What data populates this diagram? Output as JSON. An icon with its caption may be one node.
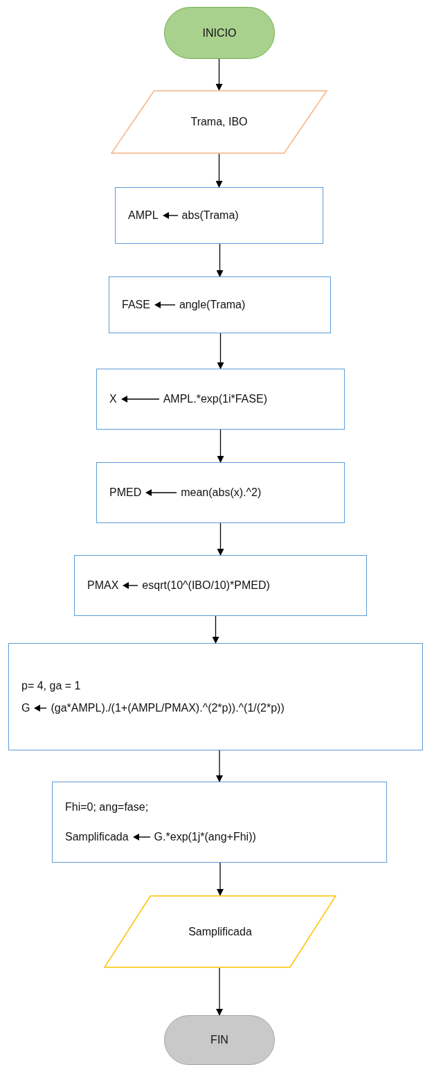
{
  "diagram": {
    "nodes": [
      {
        "text": [
          "INICIO"
        ]
      },
      {
        "text": [
          "Trama, IBO"
        ]
      },
      {
        "text": [
          "AMPL",
          "abs(Trama)"
        ]
      },
      {
        "text": [
          "FASE",
          "angle(Trama)"
        ]
      },
      {
        "text": [
          "X",
          "AMPL.*exp(1i*FASE)"
        ]
      },
      {
        "text": [
          "PMED",
          "mean(abs(x).^2)"
        ]
      },
      {
        "text": [
          "PMAX",
          "esqrt(10^(IBO/10)*PMED)"
        ]
      },
      {
        "text": [
          "p= 4, ga = 1",
          "G",
          "(ga*AMPL)./(1+(AMPL/PMAX).^(2*p)).^(1/(2*p))"
        ]
      },
      {
        "text": [
          "Fhi=0; ang=fase;",
          "Samplificada",
          "G.*exp(1j*(ang+Fhi))"
        ]
      },
      {
        "text": [
          "Samplificada"
        ]
      },
      {
        "text": [
          "FIN"
        ]
      }
    ],
    "edges": [
      {
        "from": 0,
        "to": 1,
        "arrow": "to"
      },
      {
        "from": 1,
        "to": 2,
        "arrow": "to"
      },
      {
        "from": 2,
        "to": 3,
        "arrow": "to"
      },
      {
        "from": 3,
        "to": 4,
        "arrow": "to"
      },
      {
        "from": 4,
        "to": 5,
        "arrow": "to"
      },
      {
        "from": 5,
        "to": 6,
        "arrow": "to"
      },
      {
        "from": 6,
        "to": 7,
        "arrow": "to"
      },
      {
        "from": 7,
        "to": 8,
        "arrow": "to"
      },
      {
        "from": 8,
        "to": 9,
        "arrow": "to"
      },
      {
        "from": 9,
        "to": 10,
        "arrow": "to"
      }
    ]
  }
}
